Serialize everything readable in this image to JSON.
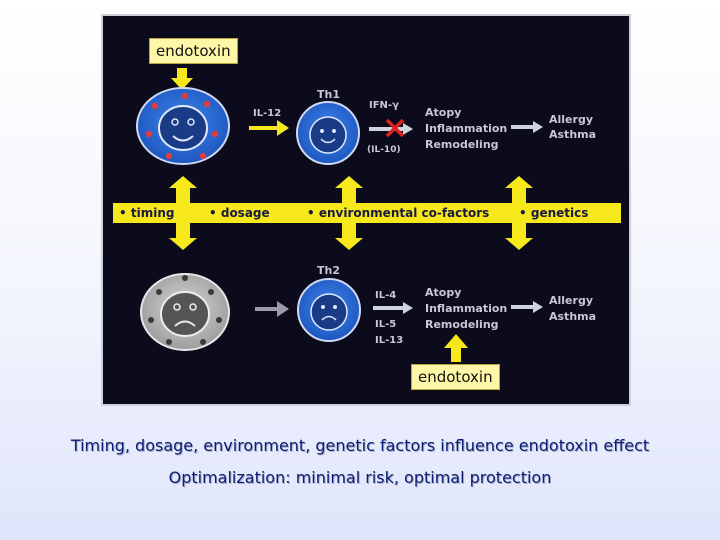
{
  "diagram": {
    "top_label": "endotoxin",
    "bottom_label": "endotoxin",
    "th1": {
      "cell_label": "Th1",
      "cytokine_left": "IL-12",
      "cytokine_right": "IFN-γ",
      "inhibitor": "(IL-10)",
      "effects": [
        "Atopy",
        "Inflammation",
        "Remodeling"
      ],
      "outcomes": [
        "Allergy",
        "Asthma"
      ]
    },
    "factors": [
      "• timing",
      "• dosage",
      "• environmental co-factors",
      "• genetics"
    ],
    "th2": {
      "cell_label": "Th2",
      "cytokines": [
        "IL-4",
        "IL-5",
        "IL-13"
      ],
      "effects": [
        "Atopy",
        "Inflammation",
        "Remodeling"
      ],
      "outcomes": [
        "Allergy",
        "Asthma"
      ]
    },
    "colors": {
      "background": "#0b0b1c",
      "arrow": "#f7e81c",
      "happy_cell": "#2a6fd6",
      "sad_cell": "#b8b8b8",
      "inhibition": "#e02020",
      "text": "#c8c8d2"
    }
  },
  "captions": {
    "line1": "Timing, dosage, environment, genetic factors influence endotoxin effect",
    "line2": "Optimalization: minimal risk, optimal protection"
  }
}
